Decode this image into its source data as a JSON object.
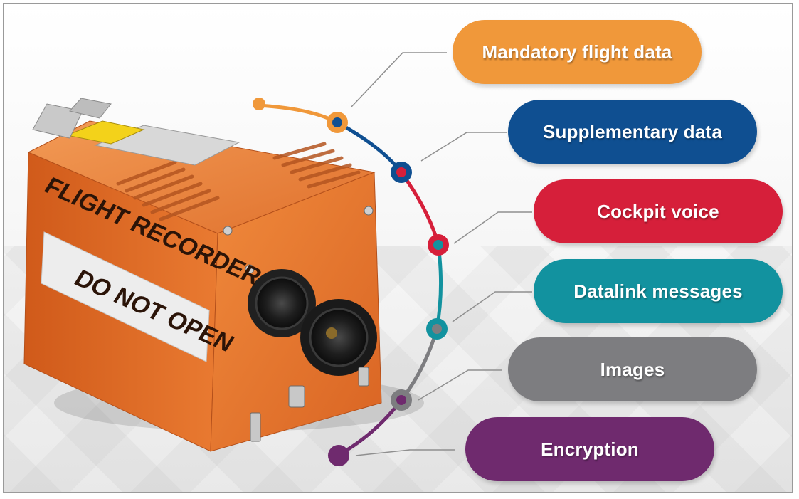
{
  "colors": {
    "mandatory": "#f0983a",
    "supplementary": "#0f4f91",
    "cockpit": "#d61f3a",
    "datalink": "#12929f",
    "images": "#7d7d80",
    "encryption": "#6f2a6e",
    "device_orange": "#e8702a"
  },
  "device": {
    "text_line1": "FLIGHT RECORDER",
    "text_line2": "DO NOT OPEN"
  },
  "labels": [
    {
      "id": "mandatory",
      "text": "Mandatory flight data"
    },
    {
      "id": "supplementary",
      "text": "Supplementary data"
    },
    {
      "id": "cockpit",
      "text": "Cockpit voice"
    },
    {
      "id": "datalink",
      "text": "Datalink messages"
    },
    {
      "id": "images",
      "text": "Images"
    },
    {
      "id": "encryption",
      "text": "Encryption"
    }
  ]
}
